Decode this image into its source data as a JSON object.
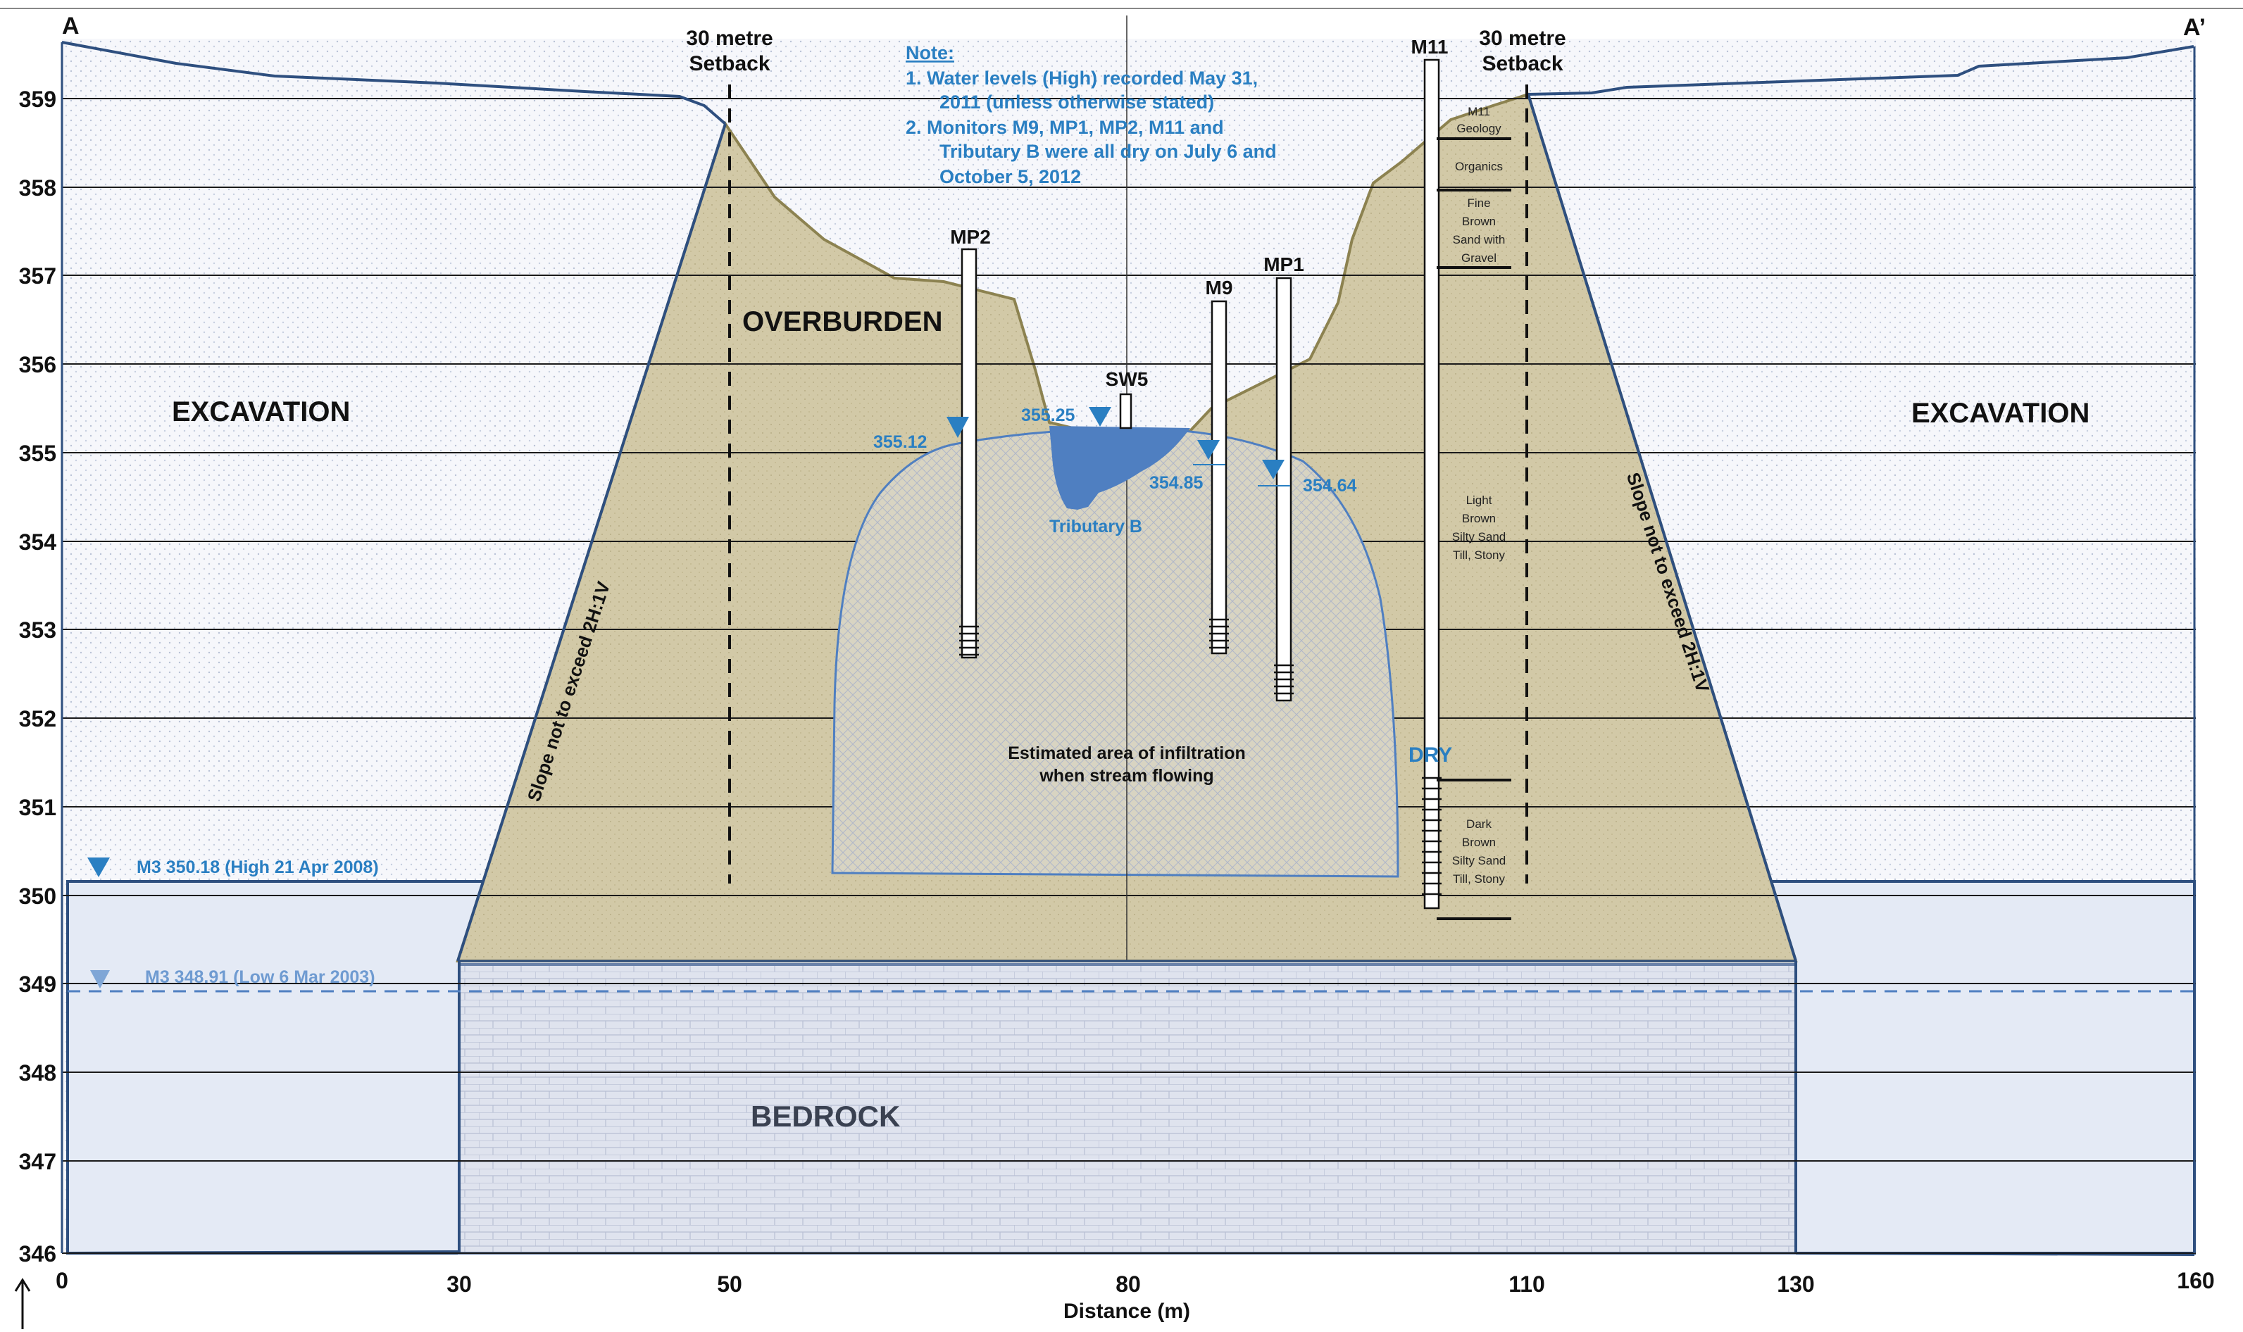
{
  "section": {
    "start_label": "A",
    "end_label": "A’",
    "x_axis_label": "Distance (m)",
    "x_ticks": [
      "0",
      "30",
      "50",
      "80",
      "110",
      "130",
      "160"
    ],
    "y_ticks": [
      "359",
      "358",
      "357",
      "356",
      "355",
      "354",
      "353",
      "352",
      "351",
      "350",
      "349",
      "348",
      "347",
      "346"
    ]
  },
  "units": {
    "overburden": "OVERBURDEN",
    "excavation_left": "EXCAVATION",
    "excavation_right": "EXCAVATION",
    "bedrock": "BEDROCK",
    "infiltration_line1": "Estimated area of infiltration",
    "infiltration_line2": "when stream flowing",
    "slope_left": "Slope not to exceed 2H:1V",
    "slope_right": "Slope not to exceed 2H:1V"
  },
  "setbacks": {
    "left_line1": "30 metre",
    "left_line2": "Setback",
    "right_line1": "30 metre",
    "right_line2": "Setback"
  },
  "note": {
    "title": "Note:",
    "item1_line1": "1.   Water levels (High) recorded May 31,",
    "item1_line2": "2011 (unless otherwise stated)",
    "item2_line1": "2.   Monitors  M9, MP1, MP2, M11 and",
    "item2_line2": "Tributary B were all dry on July 6 and",
    "item2_line3": "October 5, 2012"
  },
  "monitors": {
    "mp2": "MP2",
    "sw5": "SW5",
    "m9": "M9",
    "mp1": "MP1",
    "m11": "M11"
  },
  "water_levels": {
    "mp2": "355.12",
    "sw5": "355.25",
    "m9": "354.85",
    "mp1": "354.64",
    "tributary": "Tributary B",
    "m11_dry": "DRY",
    "m3_high": "M3 350.18 (High 21 Apr 2008)",
    "m3_low": "M3 348.91 (Low 6 Mar 2003)"
  },
  "m11_geology": {
    "title_line1": "M11",
    "title_line2": "Geology",
    "layer1": "Organics",
    "layer2_line1": "Fine",
    "layer2_line2": "Brown",
    "layer2_line3": "Sand with",
    "layer2_line4": "Gravel",
    "layer3_line1": "Light",
    "layer3_line2": "Brown",
    "layer3_line3": "Silty Sand",
    "layer3_line4": "Till, Stony",
    "layer4_line1": "Dark",
    "layer4_line2": "Brown",
    "layer4_line3": "Silty Sand",
    "layer4_line4": "Till, Stony"
  },
  "colors": {
    "overburden": "#cfc6a4",
    "overburden_edge": "#8c8250",
    "water": "#4f7fc1",
    "water_text": "#2a7fc2",
    "groundwater_zone": "#e6ecf6",
    "ground_line": "#2e4f7f"
  }
}
